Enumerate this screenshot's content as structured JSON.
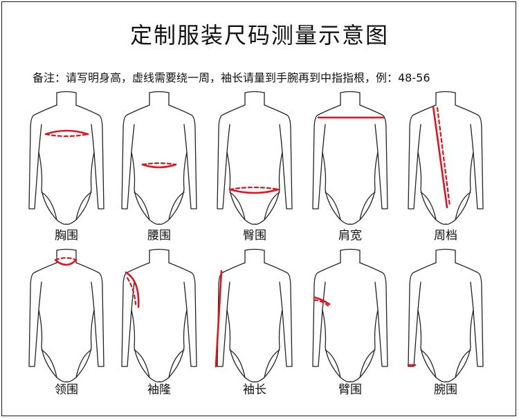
{
  "title": "定制服装尺码测量示意图",
  "note": "备注：请写明身高，虚线需要绕一周，袖长请量到手腕再到中指指根，例：48-56",
  "colors": {
    "measure": "#e0141e",
    "outline": "#222222",
    "background": "#ffffff"
  },
  "figures": [
    {
      "id": "chest",
      "label": "胸围",
      "marker": "chest-band"
    },
    {
      "id": "waist",
      "label": "腰围",
      "marker": "waist-band"
    },
    {
      "id": "hip",
      "label": "臀围",
      "marker": "hip-band"
    },
    {
      "id": "shoulder",
      "label": "肩宽",
      "marker": "shoulder-line"
    },
    {
      "id": "torso",
      "label": "周档",
      "marker": "torso-loop"
    },
    {
      "id": "neck",
      "label": "领围",
      "marker": "neck-band"
    },
    {
      "id": "sleeve-cap",
      "label": "袖隆",
      "marker": "armhole-curve"
    },
    {
      "id": "sleeve-length",
      "label": "袖长",
      "marker": "sleeve-line"
    },
    {
      "id": "upper-arm",
      "label": "臂围",
      "marker": "arm-band"
    },
    {
      "id": "wrist",
      "label": "腕围",
      "marker": "wrist-band"
    }
  ]
}
